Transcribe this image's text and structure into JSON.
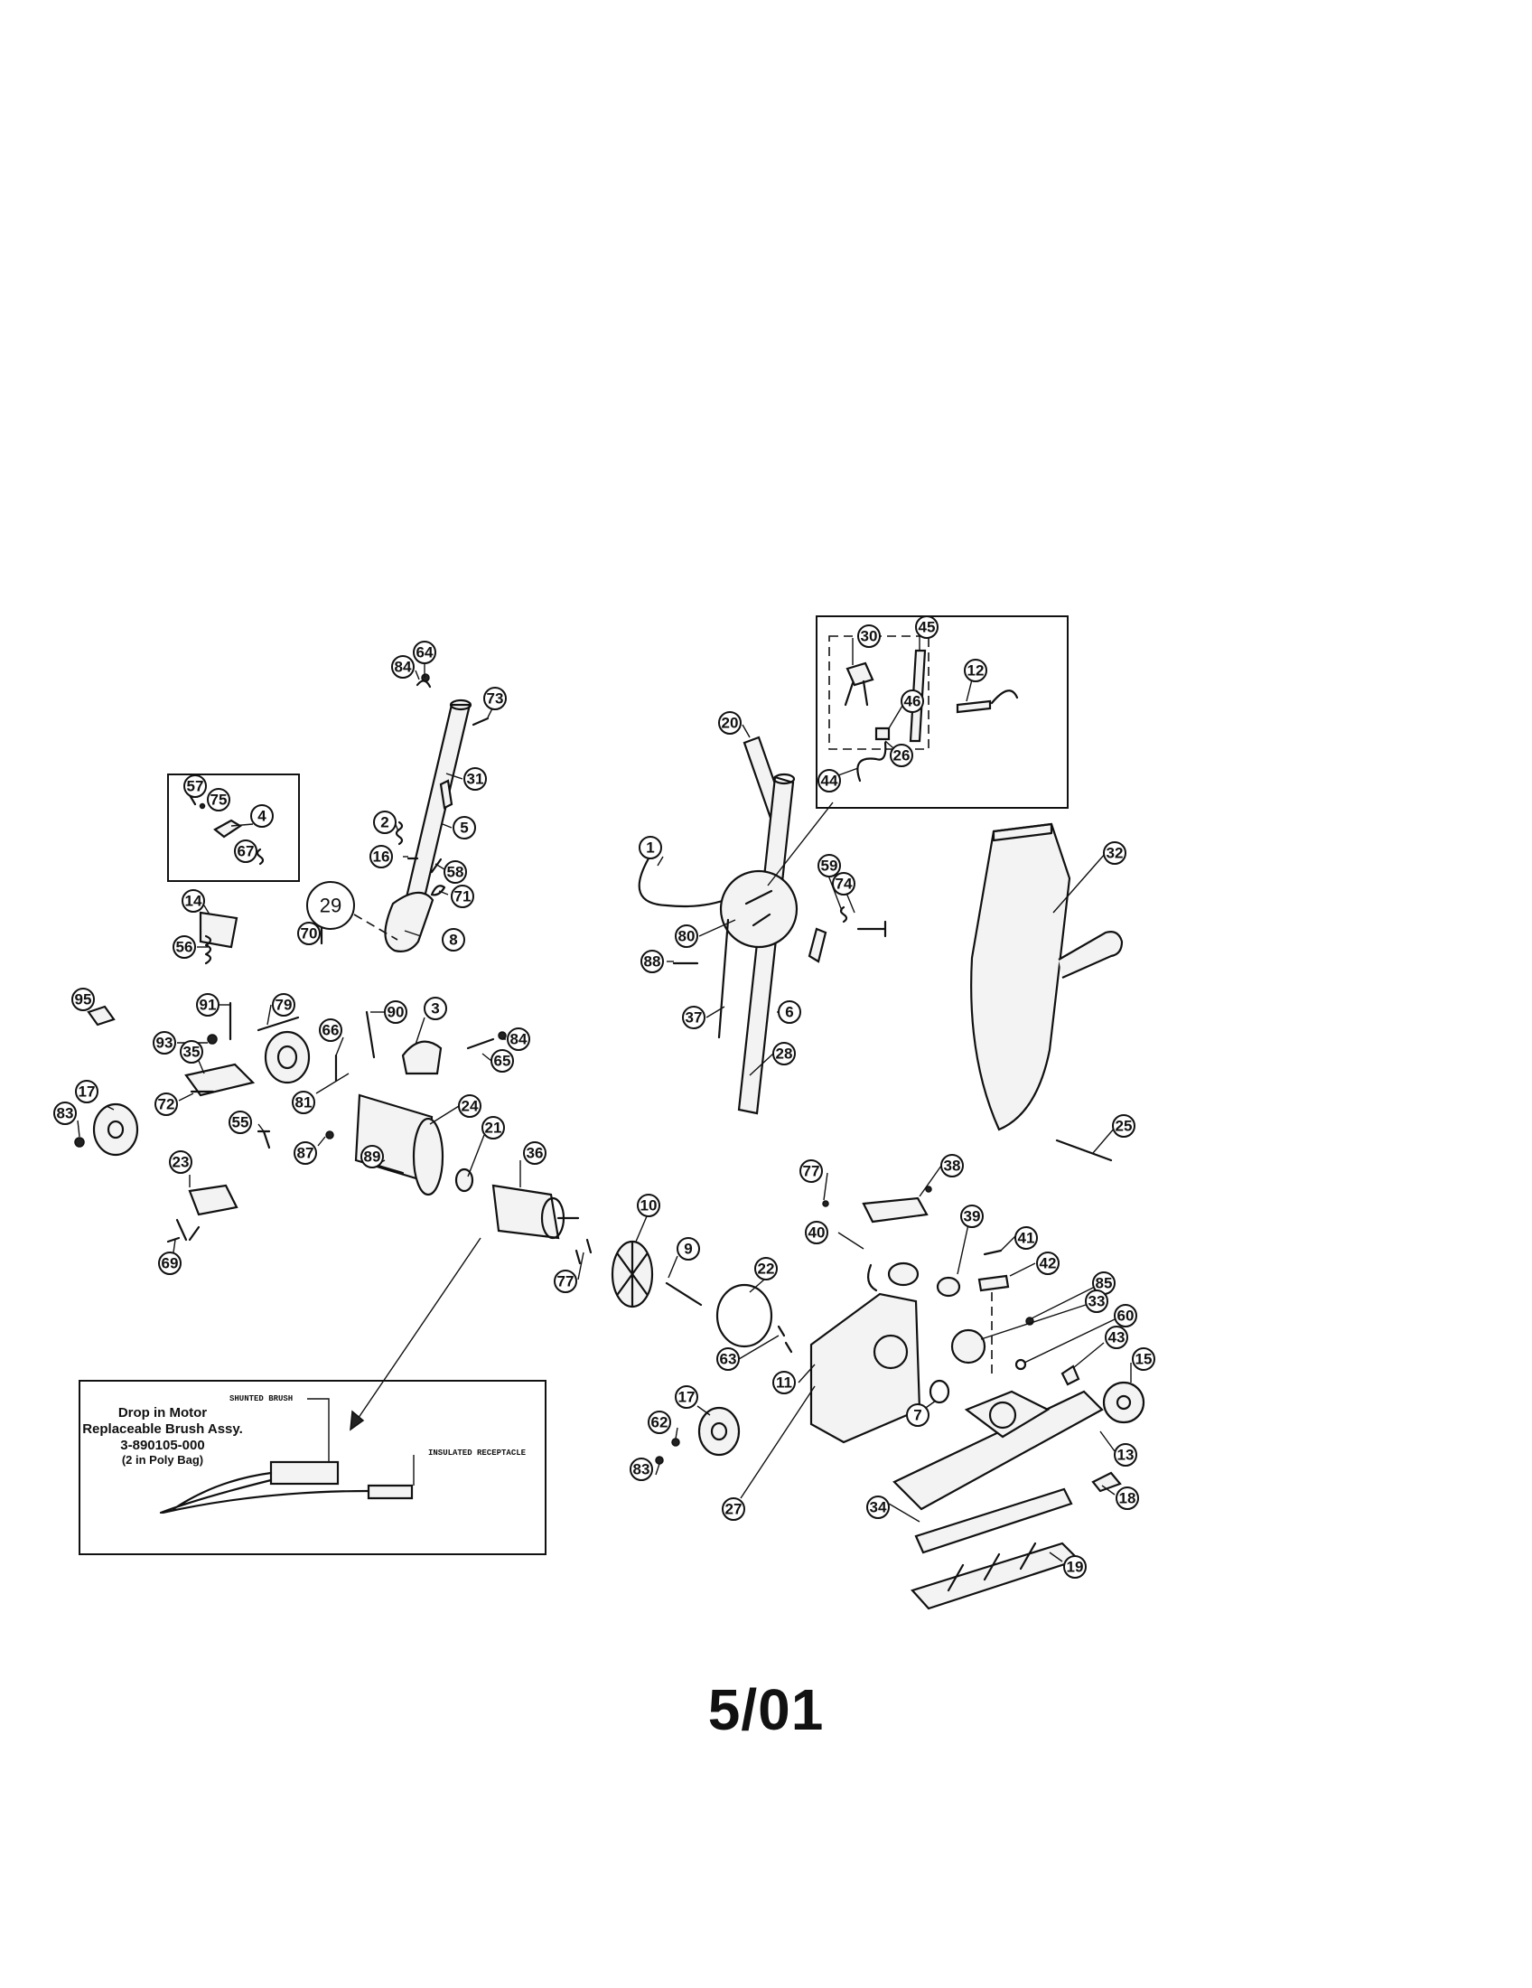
{
  "page_code": "5/01",
  "callouts": [
    "64",
    "84",
    "73",
    "31",
    "57",
    "75",
    "4",
    "67",
    "2",
    "5",
    "16",
    "58",
    "71",
    "29",
    "14",
    "70",
    "8",
    "56",
    "95",
    "91",
    "79",
    "90",
    "3",
    "84",
    "65",
    "93",
    "66",
    "35",
    "17",
    "83",
    "72",
    "81",
    "24",
    "55",
    "87",
    "89",
    "21",
    "36",
    "23",
    "77",
    "69",
    "10",
    "9",
    "22",
    "63",
    "11",
    "17",
    "62",
    "83",
    "27",
    "30",
    "45",
    "12",
    "20",
    "46",
    "26",
    "44",
    "1",
    "59",
    "74",
    "32",
    "80",
    "88",
    "6",
    "37",
    "28",
    "25",
    "77",
    "38",
    "39",
    "40",
    "41",
    "42",
    "85",
    "33",
    "60",
    "43",
    "15",
    "7",
    "13",
    "18",
    "34",
    "19"
  ],
  "motor_note": {
    "line1": "Drop in Motor",
    "line2": "Replaceable Brush Assy.",
    "line3": "3-890105-000",
    "line4": "(2 in Poly Bag)",
    "label_brush": "SHUNTED BRUSH",
    "label_receptacle": "INSULATED RECEPTACLE"
  }
}
